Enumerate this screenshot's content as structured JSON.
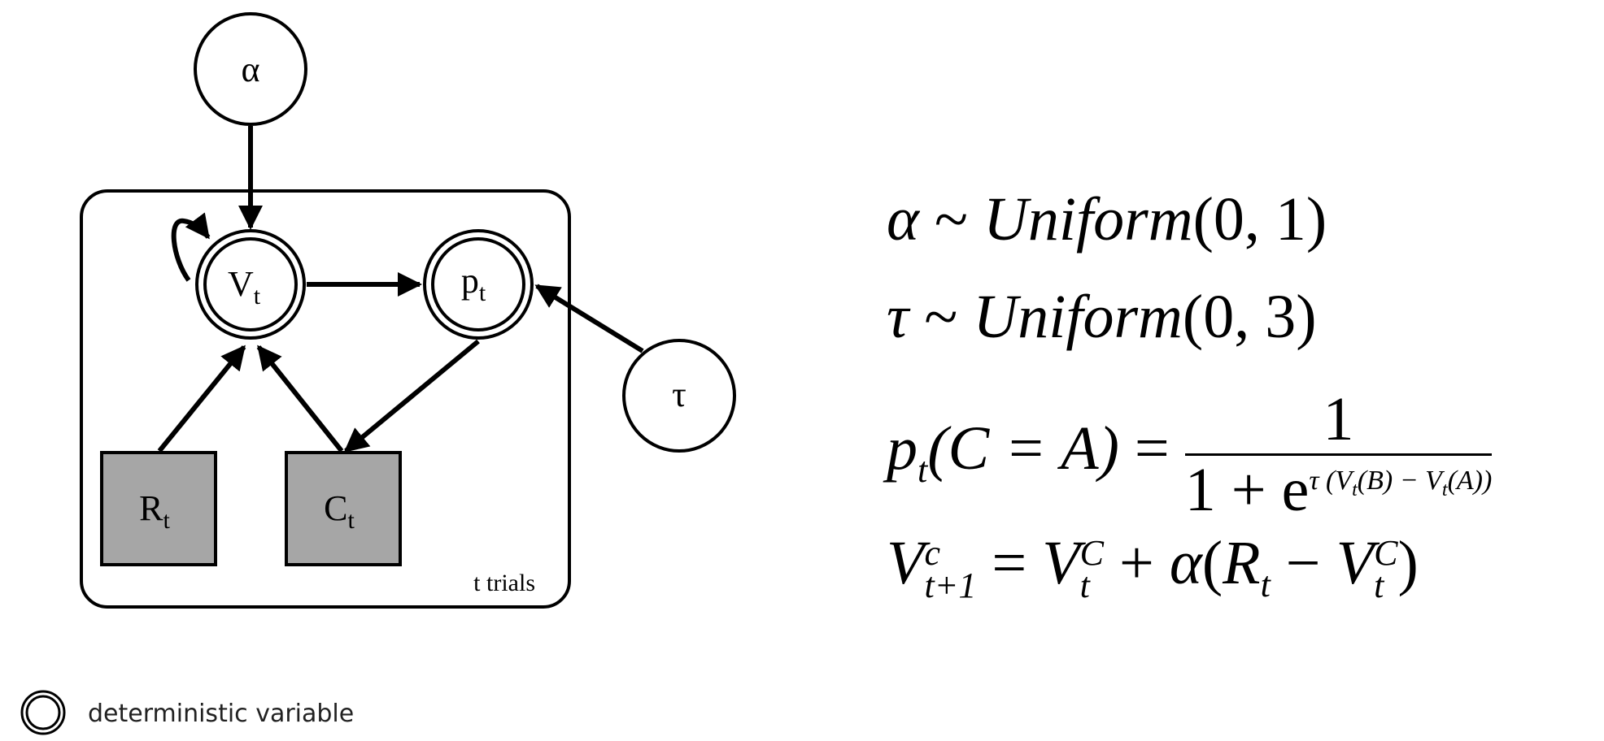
{
  "nodes": {
    "alpha": {
      "symbol": "α"
    },
    "tau": {
      "symbol": "τ"
    },
    "value": {
      "symbol": "V",
      "subscript": "t"
    },
    "prob": {
      "symbol": "p",
      "subscript": "t"
    },
    "reward": {
      "symbol": "R",
      "subscript": "t"
    },
    "choice": {
      "symbol": "C",
      "subscript": "t"
    }
  },
  "plate": {
    "label": "t trials"
  },
  "legend": {
    "deterministic_label": "deterministic variable"
  },
  "equations": {
    "eq1": {
      "lhs": "α",
      "tilde": "~",
      "dist": "Uniform",
      "args": "(0, 1)"
    },
    "eq2": {
      "lhs": "τ",
      "tilde": "~",
      "dist": "Uniform",
      "args": "(0, 3)"
    },
    "eq3": {
      "lhs": "p",
      "lhs_sub": "t",
      "lhs_args": "(C = A)",
      "equals": "=",
      "numerator": "1",
      "denominator": "1 + e",
      "exponent": "τ (V",
      "exp_sub1": "t",
      "exp_mid": "(B) − V",
      "exp_sub2": "t",
      "exp_end": "(A))"
    },
    "eq4": {
      "lhs": "V",
      "lhs_sup": "c",
      "lhs_sub": "t+1",
      "equals": "=",
      "term1": "V",
      "term1_sup": "C",
      "term1_sub": "t",
      "plus": "+",
      "alpha": "α",
      "open": "(",
      "r": "R",
      "r_sub": "t",
      "minus": "−",
      "term2": "V",
      "term2_sup": "C",
      "term2_sub": "t",
      "close": ")"
    }
  },
  "colors": {
    "observed_fill": "#a6a6a6",
    "stroke": "#000000"
  }
}
